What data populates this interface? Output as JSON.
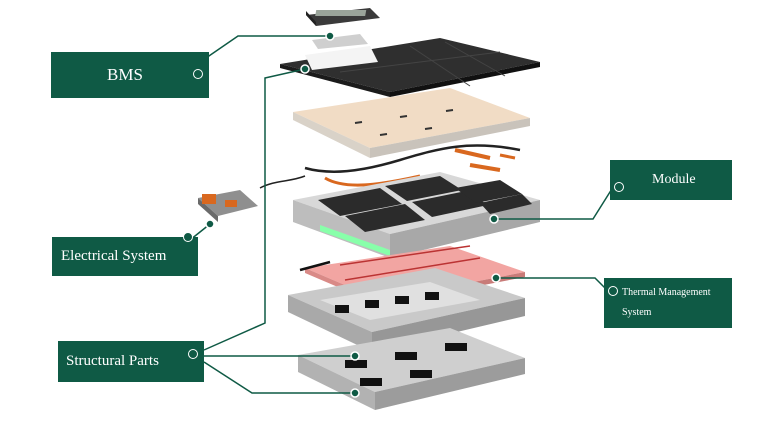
{
  "labels": {
    "bms": "BMS",
    "electrical": "Electrical System",
    "structural": "Structural Parts",
    "module": "Module",
    "thermal_line1": "Thermal Management",
    "thermal_line2": "System"
  },
  "colors": {
    "label_bg": "#0f5a45",
    "leader_line": "#0f5a45",
    "cell_dark": "#2b2b2b",
    "tray_grey": "#c9c9c9",
    "cover_beige": "#f1dcc5",
    "cooling_pink": "#f2a5a2",
    "busbar_orange": "#d9681f"
  },
  "icons": [
    "connector-dot-icon"
  ]
}
